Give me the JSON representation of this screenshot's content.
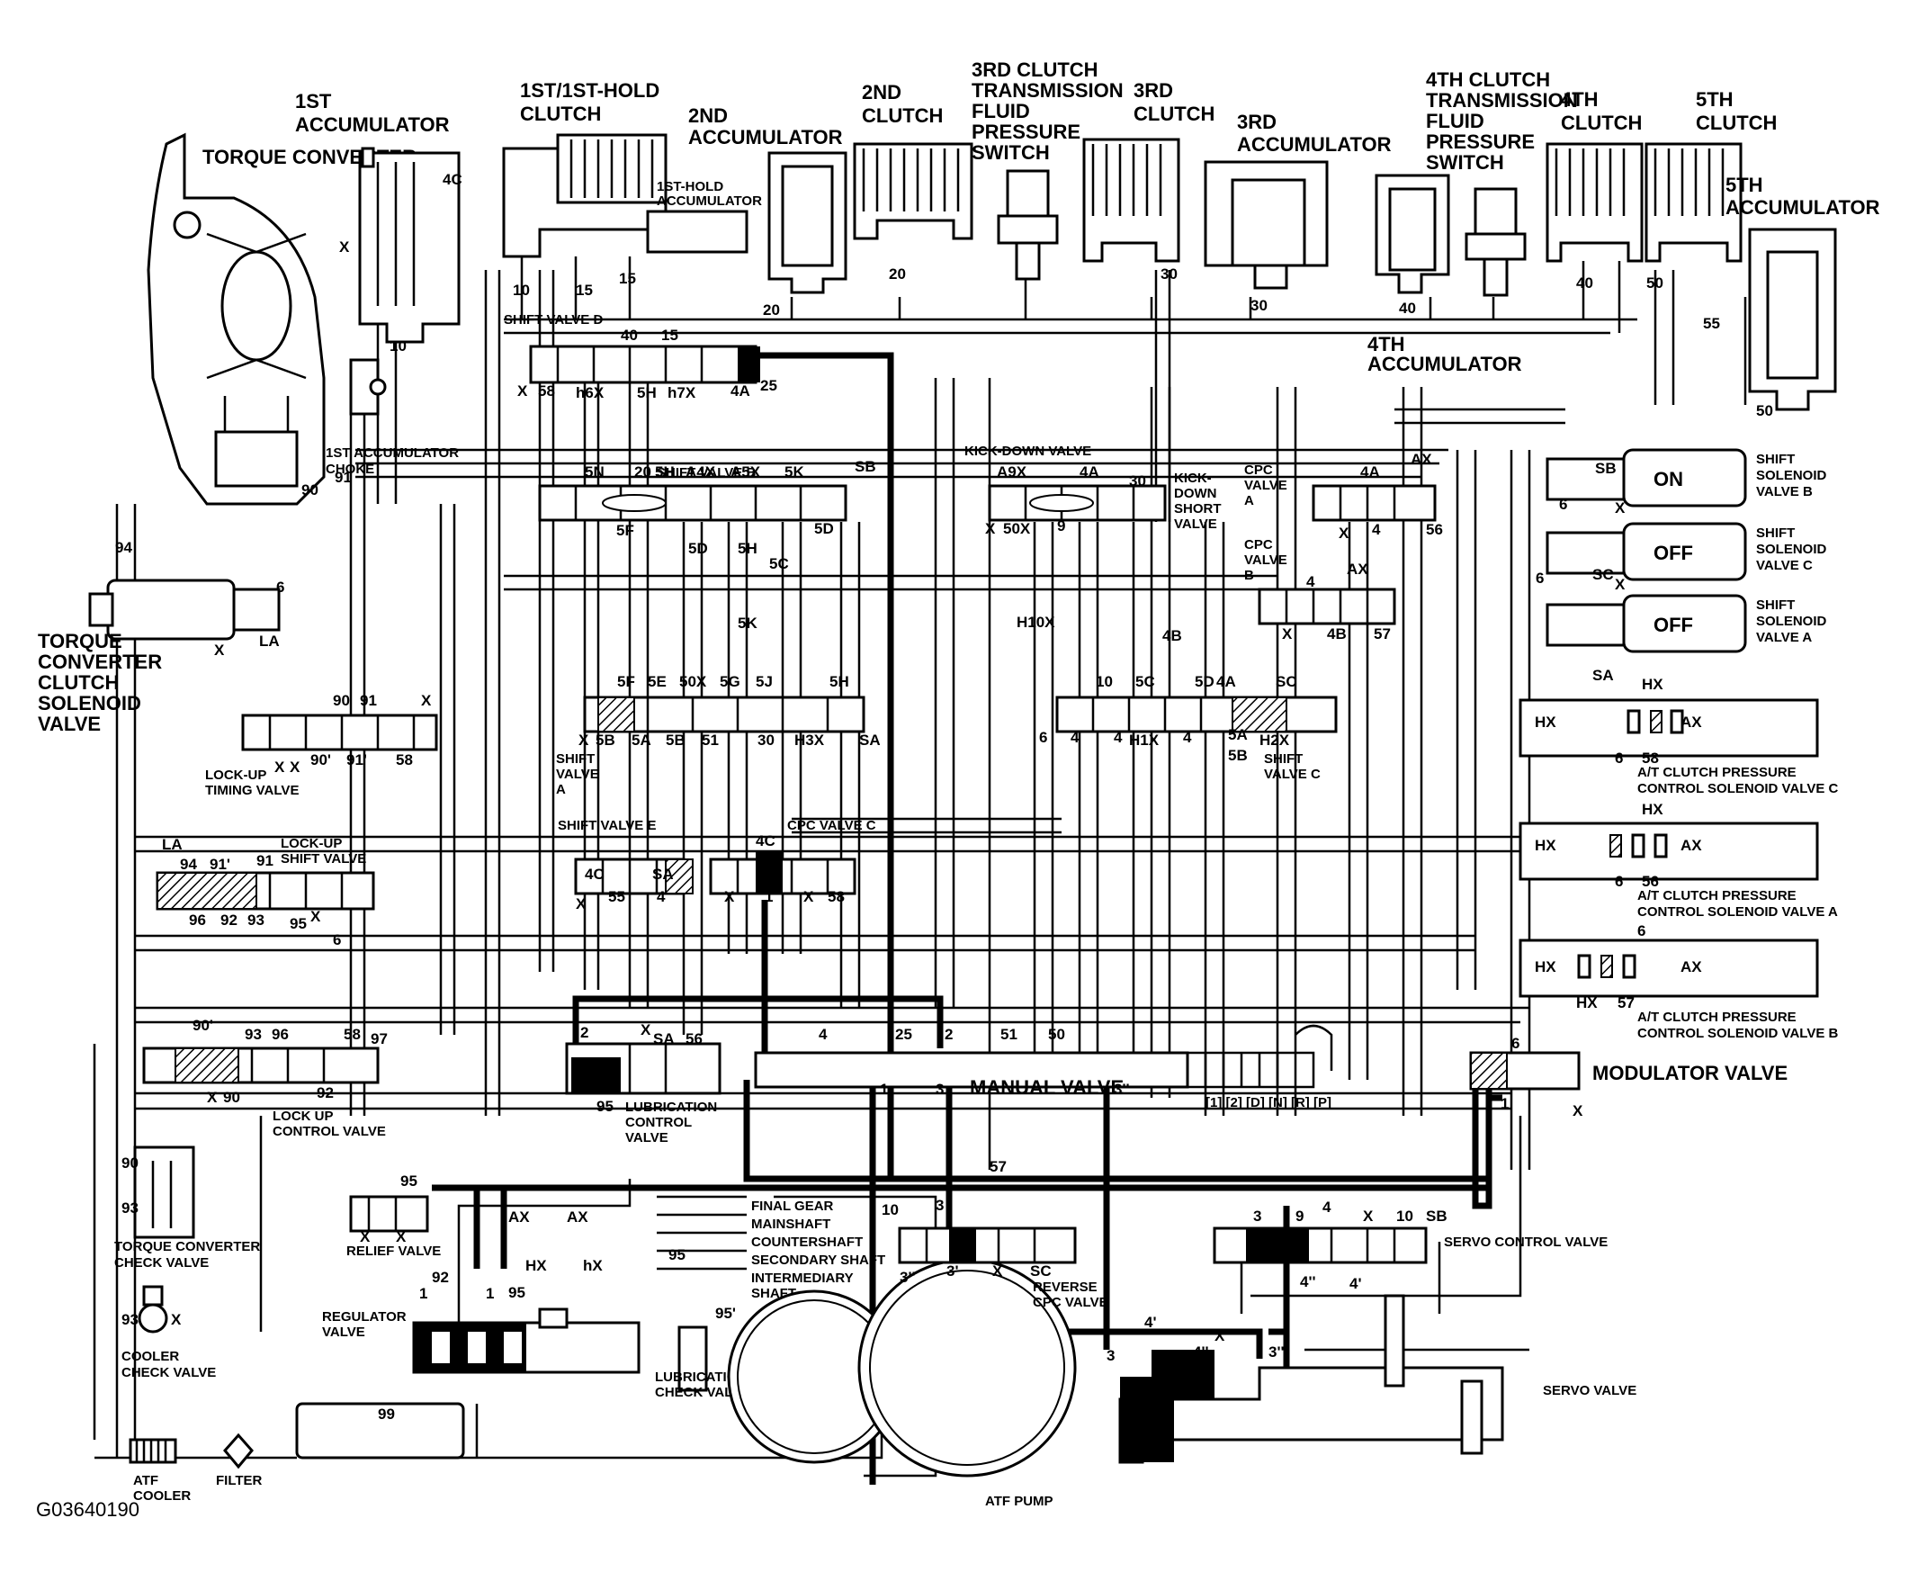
{
  "figure_id": "G03640190",
  "components": {
    "torque_converter": "TORQUE CONVERTER",
    "first_accumulator": "1ST ACCUMULATOR",
    "first_hold_clutch": "1ST/1ST-HOLD CLUTCH",
    "first_hold_accumulator": "1ST-HOLD ACCUMULATOR",
    "second_accumulator": "2ND ACCUMULATOR",
    "second_clutch": "2ND CLUTCH",
    "third_clutch_switch": "3RD CLUTCH TRANSMISSION FLUID PRESSURE SWITCH",
    "third_clutch": "3RD CLUTCH",
    "third_accumulator": "3RD ACCUMULATOR",
    "fourth_clutch_switch": "4TH CLUTCH TRANSMISSION FLUID PRESSURE SWITCH",
    "fourth_clutch": "4TH CLUTCH",
    "fifth_clutch": "5TH CLUTCH",
    "fifth_accumulator": "5TH ACCUMULATOR",
    "fourth_accumulator": "4TH ACCUMULATOR",
    "first_accumulator_choke": "1ST ACCUMULATOR CHOKE",
    "tcc_solenoid": "TORQUE CONVERTER CLUTCH SOLENOID VALVE",
    "shift_valve_d": "SHIFT VALVE D",
    "shift_valve_b": "SHIFT VALVE B",
    "shift_valve_a": "SHIFT VALVE A",
    "shift_valve_c": "SHIFT VALVE C",
    "shift_valve_e": "SHIFT VALVE E",
    "kick_down_valve": "KICK-DOWN VALVE",
    "kick_down_short_valve": "KICK-DOWN SHORT VALVE",
    "cpc_valve_a": "CPC VALVE A",
    "cpc_valve_b": "CPC VALVE B",
    "cpc_valve_c": "CPC VALVE C",
    "shift_solenoid_b": "SHIFT SOLENOID VALVE B",
    "shift_solenoid_c": "SHIFT SOLENOID VALVE C",
    "shift_solenoid_a": "SHIFT SOLENOID VALVE A",
    "lockup_timing_valve": "LOCK-UP TIMING VALVE",
    "lockup_shift_valve": "LOCK-UP SHIFT VALVE",
    "lockup_control_valve": "LOCK UP CONTROL VALVE",
    "lubrication_control_valve": "LUBRICATION CONTROL VALVE",
    "manual_valve": "MANUAL VALVE",
    "modulator_valve": "MODULATOR VALVE",
    "at_pc_solenoid_c": "A/T CLUTCH PRESSURE CONTROL SOLENOID VALVE C",
    "at_pc_solenoid_a": "A/T CLUTCH PRESSURE CONTROL SOLENOID VALVE A",
    "at_pc_solenoid_b": "A/T CLUTCH PRESSURE CONTROL SOLENOID VALVE B",
    "tc_check_valve": "TORQUE CONVERTER CHECK VALVE",
    "relief_valve": "RELIEF VALVE",
    "regulator_valve": "REGULATOR VALVE",
    "cooler_check_valve": "COOLER CHECK VALVE",
    "atf_cooler": "ATF COOLER",
    "filter": "FILTER",
    "lubrication_check_valve": "LUBRICATION CHECK VALVE",
    "atf_pump": "ATF PUMP",
    "reverse_cpc_valve": "REVERSE CPC VALVE",
    "servo_control_valve": "SERVO CONTROL VALVE",
    "servo_valve": "SERVO VALVE"
  },
  "lube_outputs": [
    "FINAL GEAR",
    "MAINSHAFT",
    "COUNTERSHAFT",
    "SECONDARY SHAFT",
    "INTERMEDIARY SHAFT"
  ],
  "solenoid_states": {
    "b": "ON",
    "c": "OFF",
    "a": "OFF"
  },
  "ports": {
    "p_4c": "4C",
    "p_x": "X",
    "p_10": "10",
    "p_15": "15",
    "p_20": "20",
    "p_30": "30",
    "p_40": "40",
    "p_50": "50",
    "p_55": "55",
    "p_91": "91",
    "p_90": "90",
    "p_94": "94",
    "p_6": "6",
    "p_la": "LA",
    "p_58": "58",
    "p_h6x": "h6X",
    "p_5h": "5H",
    "p_h7x": "h7X",
    "p_4a": "4A",
    "p_25": "25",
    "p_5n": "5N",
    "p_a4x": "A4X",
    "p_a5x": "A5X",
    "p_5k": "5K",
    "p_sb": "SB",
    "p_5f": "5F",
    "p_5d": "5D",
    "p_5c": "5C",
    "p_a9x": "A9X",
    "p_50x": "50X",
    "p_9": "9",
    "p_4": "4",
    "p_56": "56",
    "p_h10x": "H10X",
    "p_4b": "4B",
    "p_57": "57",
    "p_5e": "5E",
    "p_5g": "5G",
    "p_5j": "5J",
    "p_5a": "5A",
    "p_5b": "5B",
    "p_51": "51",
    "p_h3x": "H3X",
    "p_sa": "SA",
    "p_ax": "AX",
    "p_sc": "SC",
    "p_hx": "HX",
    "p_h1x": "H1X",
    "p_h2x": "H2X",
    "p_90p": "90'",
    "p_91p": "91'",
    "p_96": "96",
    "p_92": "92",
    "p_93": "93",
    "p_95": "95",
    "p_97": "97",
    "p_2": "2",
    "p_1": "1",
    "p_3": "3",
    "p_3pp": "3''",
    "p_3p": "3'",
    "p_4p": "4'",
    "p_4pp": "4''",
    "p_99": "99",
    "p_95p": "95'",
    "p_hx_lc": "hX"
  }
}
